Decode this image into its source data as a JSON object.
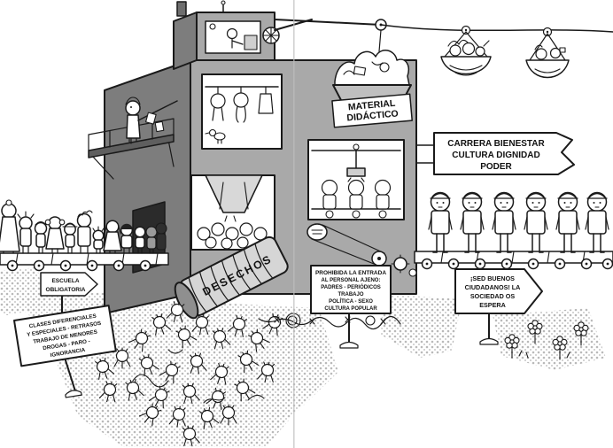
{
  "colors": {
    "ink": "#1a1a1a",
    "building_front": "#a9a9a9",
    "building_side": "#7d7d7d",
    "halftone_gray": "#bdbdbd",
    "paper": "#ffffff"
  },
  "signs": {
    "material_didactico": {
      "lines": [
        "MATERIAL",
        "DIDÁCTICO"
      ]
    },
    "carrera": {
      "lines": [
        "CARRERA BIENESTAR",
        "CULTURA DIGNIDAD",
        "PODER"
      ]
    },
    "escuela_obligatoria": {
      "lines": [
        "ESCUELA",
        "OBLIGATORIA"
      ]
    },
    "desechos": {
      "label": "DESECHOS"
    },
    "prohibida_entrada": {
      "lines": [
        "PROHIBIDA LA ENTRADA",
        "AL PERSONAL AJENO:",
        "PADRES - PERIÓDICOS",
        "TRABAJO",
        "POLÍTICA - SEXO",
        "CULTURA POPULAR"
      ]
    },
    "buenos_ciudadanos": {
      "lines": [
        "¡SED BUENOS",
        "CIUDADANOS! LA",
        "SOCIEDAD OS",
        "ESPERA"
      ]
    },
    "clases_diferenciales": {
      "lines": [
        "CLASES DIFERENCIALES",
        "Y ESPECIALES - RETRASOS",
        "TRABAJO DE MENORES",
        "DROGAS - PARO -",
        "IGNORANCIA"
      ]
    }
  }
}
